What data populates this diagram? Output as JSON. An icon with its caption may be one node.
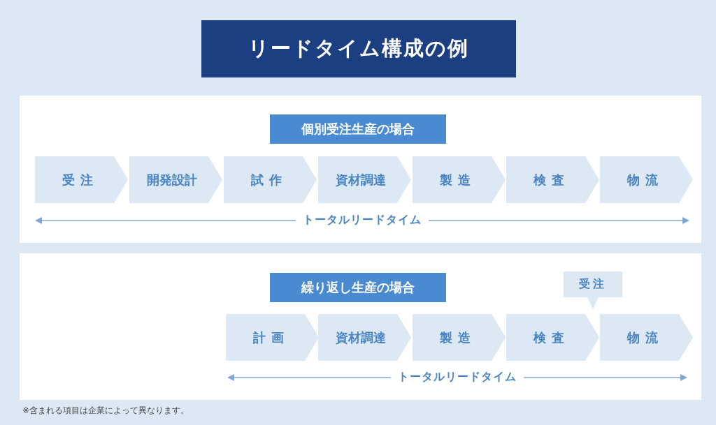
{
  "diagram": {
    "title": "リードタイム構成の例",
    "nodes": [
      {
        "text": [
          "個別受注生産の場合"
        ]
      },
      {
        "text": [
          "受注"
        ],
        "in": 0
      },
      {
        "text": [
          "開発設計"
        ],
        "in": 0
      },
      {
        "text": [
          "試作"
        ],
        "in": 0
      },
      {
        "text": [
          "資材調達"
        ],
        "in": 0
      },
      {
        "text": [
          "製造"
        ],
        "in": 0
      },
      {
        "text": [
          "検査"
        ],
        "in": 0
      },
      {
        "text": [
          "物流"
        ],
        "in": 0
      },
      {
        "text": [
          "繰り返し生産の場合"
        ]
      },
      {
        "text": [
          "受注"
        ],
        "in": 8
      },
      {
        "text": [
          "計画"
        ],
        "in": 8
      },
      {
        "text": [
          "資材調達"
        ],
        "in": 8
      },
      {
        "text": [
          "製造"
        ],
        "in": 8
      },
      {
        "text": [
          "検査"
        ],
        "in": 8
      },
      {
        "text": [
          "物流"
        ],
        "in": 8
      }
    ],
    "edges": [],
    "labels": [
      "トータルリードタイム",
      "トータルリードタイム",
      "※含まれる項目は企業によって異なります。"
    ]
  }
}
